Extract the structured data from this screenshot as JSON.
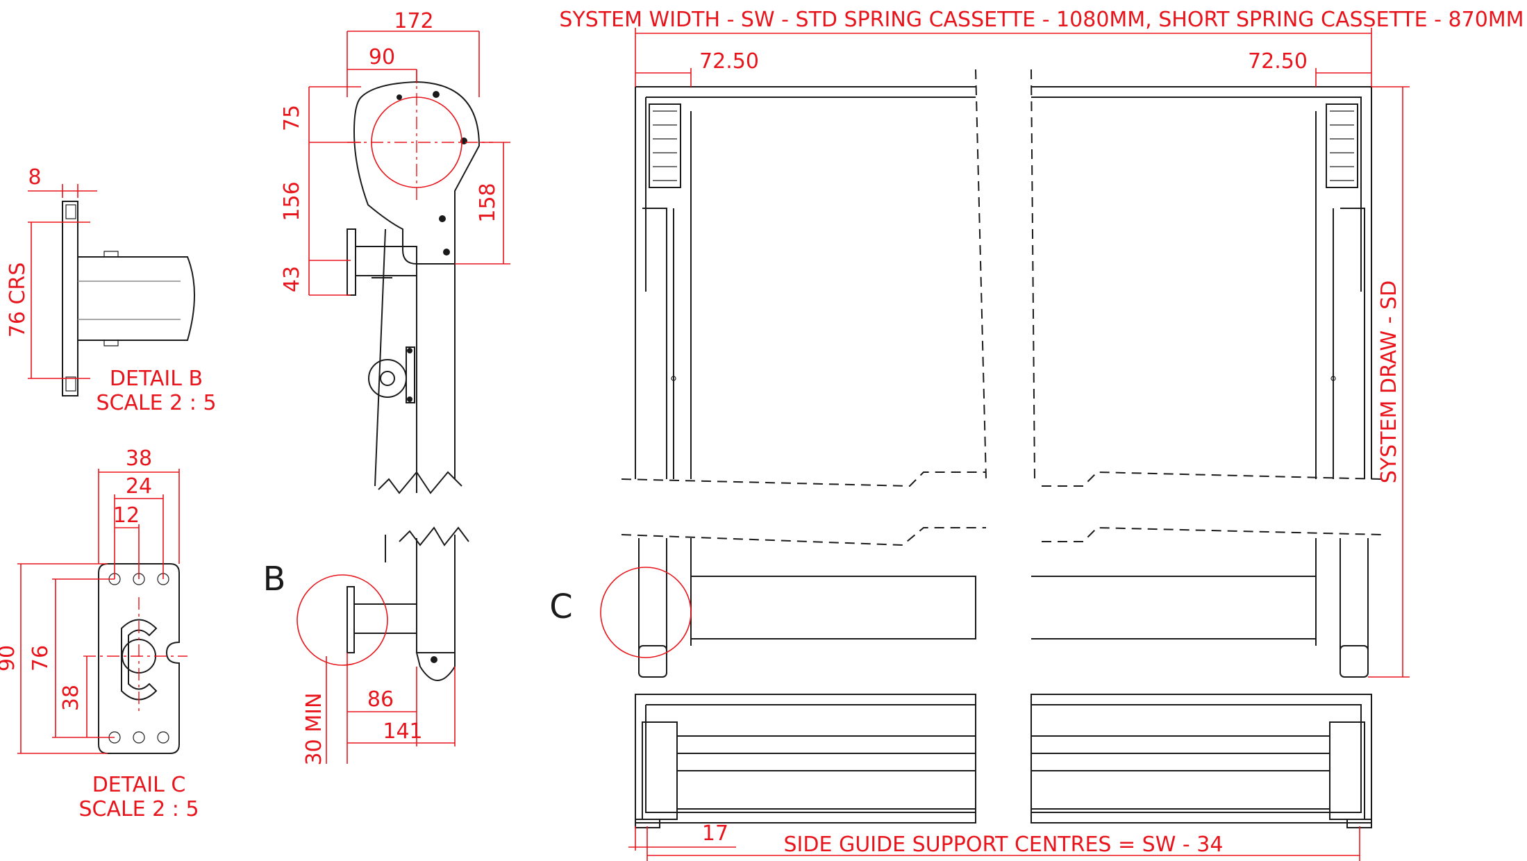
{
  "colors": {
    "dimension": "#e8141b",
    "line": "#1a1a1a"
  },
  "top_note": "SYSTEM WIDTH - SW - STD SPRING CASSETTE - 1080MM, SHORT SPRING CASSETTE - 870MM",
  "side_view": {
    "d172": "172",
    "d90": "90",
    "d75": "75",
    "d156": "156",
    "d43": "43",
    "d158": "158"
  },
  "detail_b": {
    "d8": "8",
    "crs": "76 CRS",
    "title": "DETAIL B",
    "scale": "SCALE 2 : 5",
    "marker": "B"
  },
  "detail_c": {
    "d38": "38",
    "d24": "24",
    "d12": "12",
    "d90": "90",
    "d76": "76",
    "d38v": "38",
    "title": "DETAIL C",
    "scale": "SCALE 2 : 5",
    "marker": "C"
  },
  "lower_side": {
    "d30": "30 MIN",
    "d86": "86",
    "d141": "141"
  },
  "front_view": {
    "left_offset": "72.50",
    "right_offset": "72.50",
    "draw": "SYSTEM DRAW - SD"
  },
  "bottom_view": {
    "d17": "17",
    "centres": "SIDE GUIDE SUPPORT CENTRES = SW - 34"
  }
}
